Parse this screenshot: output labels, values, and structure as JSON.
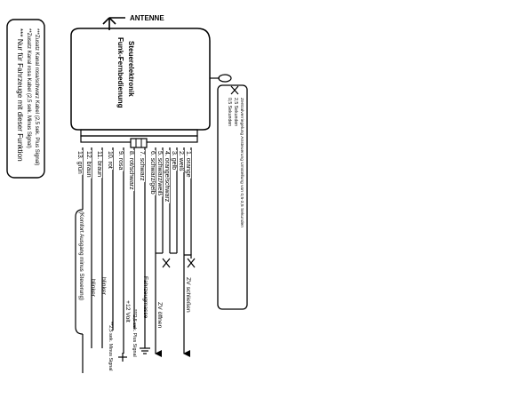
{
  "antenna": {
    "label": "ANTENNE"
  },
  "module": {
    "title_line1": "Funk-Fernbedienung",
    "title_line2": "Steuerelektronik"
  },
  "legend": {
    "lines": [
      "*** Nur für Fahrzeuge mit dieser Funktion",
      "**Zusatz Kanal rosa Kabel (2,5 sek. Minus Signal)",
      "***Zusatz Kanal rosa/schwarz Kabel (2,5 sek. Plus Signal)"
    ]
  },
  "timing_box": {
    "lines": [
      "0,5 Sekunden",
      "2,5 Sekunden",
      "Zentralverriegelung Ansteuerung Umstellung von 0,5-3,5 Sekunden"
    ]
  },
  "wires": [
    {
      "num": "1.",
      "color": "orange"
    },
    {
      "num": "2.",
      "color": "weiß"
    },
    {
      "num": "3.",
      "color": "gelb"
    },
    {
      "num": "4.",
      "color": "orange/schwarz"
    },
    {
      "num": "5.",
      "color": "schwarz/weiß"
    },
    {
      "num": "6.",
      "color": "schwarz/gelb"
    },
    {
      "num": "7.",
      "color": "schwarz"
    },
    {
      "num": "8.",
      "color": "rot/schwarz"
    },
    {
      "num": "9.",
      "color": "rosa"
    },
    {
      "num": "10.",
      "color": "rot"
    },
    {
      "num": "11.",
      "color": "braun"
    },
    {
      "num": "12.",
      "color": "braun"
    },
    {
      "num": "13.",
      "color": "grün"
    }
  ],
  "functions": {
    "zv_schliessen": "ZV schließen",
    "zv_oeffnen": "ZV öffnen",
    "fahrzeugmasse": "Fahrzeugmasse",
    "plus_signal": "***2,5 sek. Plus Signal",
    "plus_12v": "+12 Volt",
    "minus_signal": "**2,5 sek. Minus Signal",
    "blinker_1": "blinker",
    "blinker_2": "blinker",
    "komfort": "(Komfort Ausgang  minus  Steuerung)"
  }
}
